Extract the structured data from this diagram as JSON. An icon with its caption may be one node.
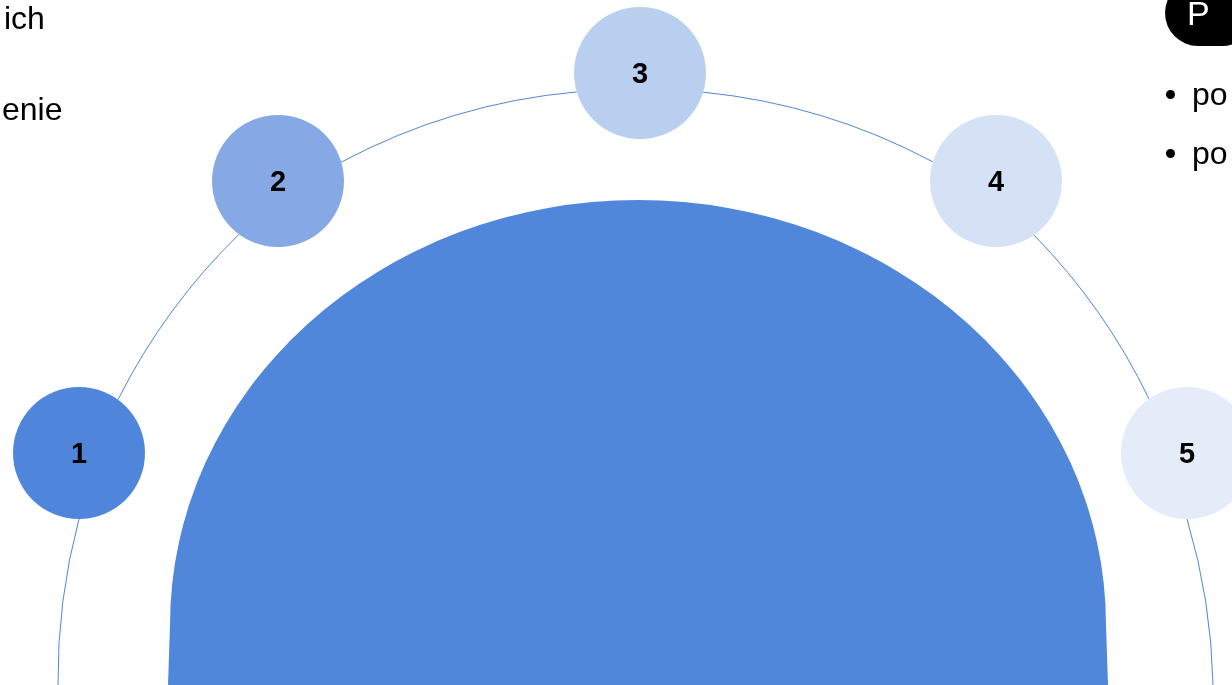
{
  "diagram": {
    "nodes": [
      {
        "text": [
          "1"
        ]
      },
      {
        "text": [
          "2"
        ]
      },
      {
        "text": [
          "3"
        ]
      },
      {
        "text": [
          "4"
        ]
      },
      {
        "text": [
          "5"
        ]
      },
      {
        "text": [
          "P"
        ]
      }
    ],
    "edges": [
      {
        "from": 0,
        "to": 1,
        "arrow": "none"
      },
      {
        "from": 1,
        "to": 2,
        "arrow": "none"
      },
      {
        "from": 2,
        "to": 3,
        "arrow": "none"
      },
      {
        "from": 3,
        "to": 4,
        "arrow": "none"
      },
      {
        "from": 0,
        "to": null,
        "arrow": "none"
      },
      {
        "from": 4,
        "to": null,
        "arrow": "none"
      }
    ],
    "labels": [
      "ich",
      "enie",
      "po",
      "po"
    ]
  }
}
